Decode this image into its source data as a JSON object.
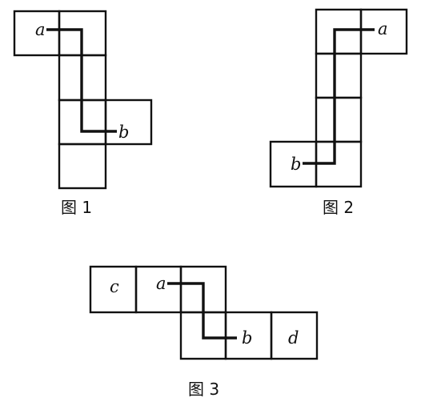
{
  "figure1": {
    "caption": "图 1",
    "start_label": "a",
    "end_label": "b"
  },
  "figure2": {
    "caption": "图 2",
    "start_label": "a",
    "end_label": "b"
  },
  "figure3": {
    "caption": "图 3",
    "labels": [
      "c",
      "a",
      "b",
      "d"
    ]
  }
}
